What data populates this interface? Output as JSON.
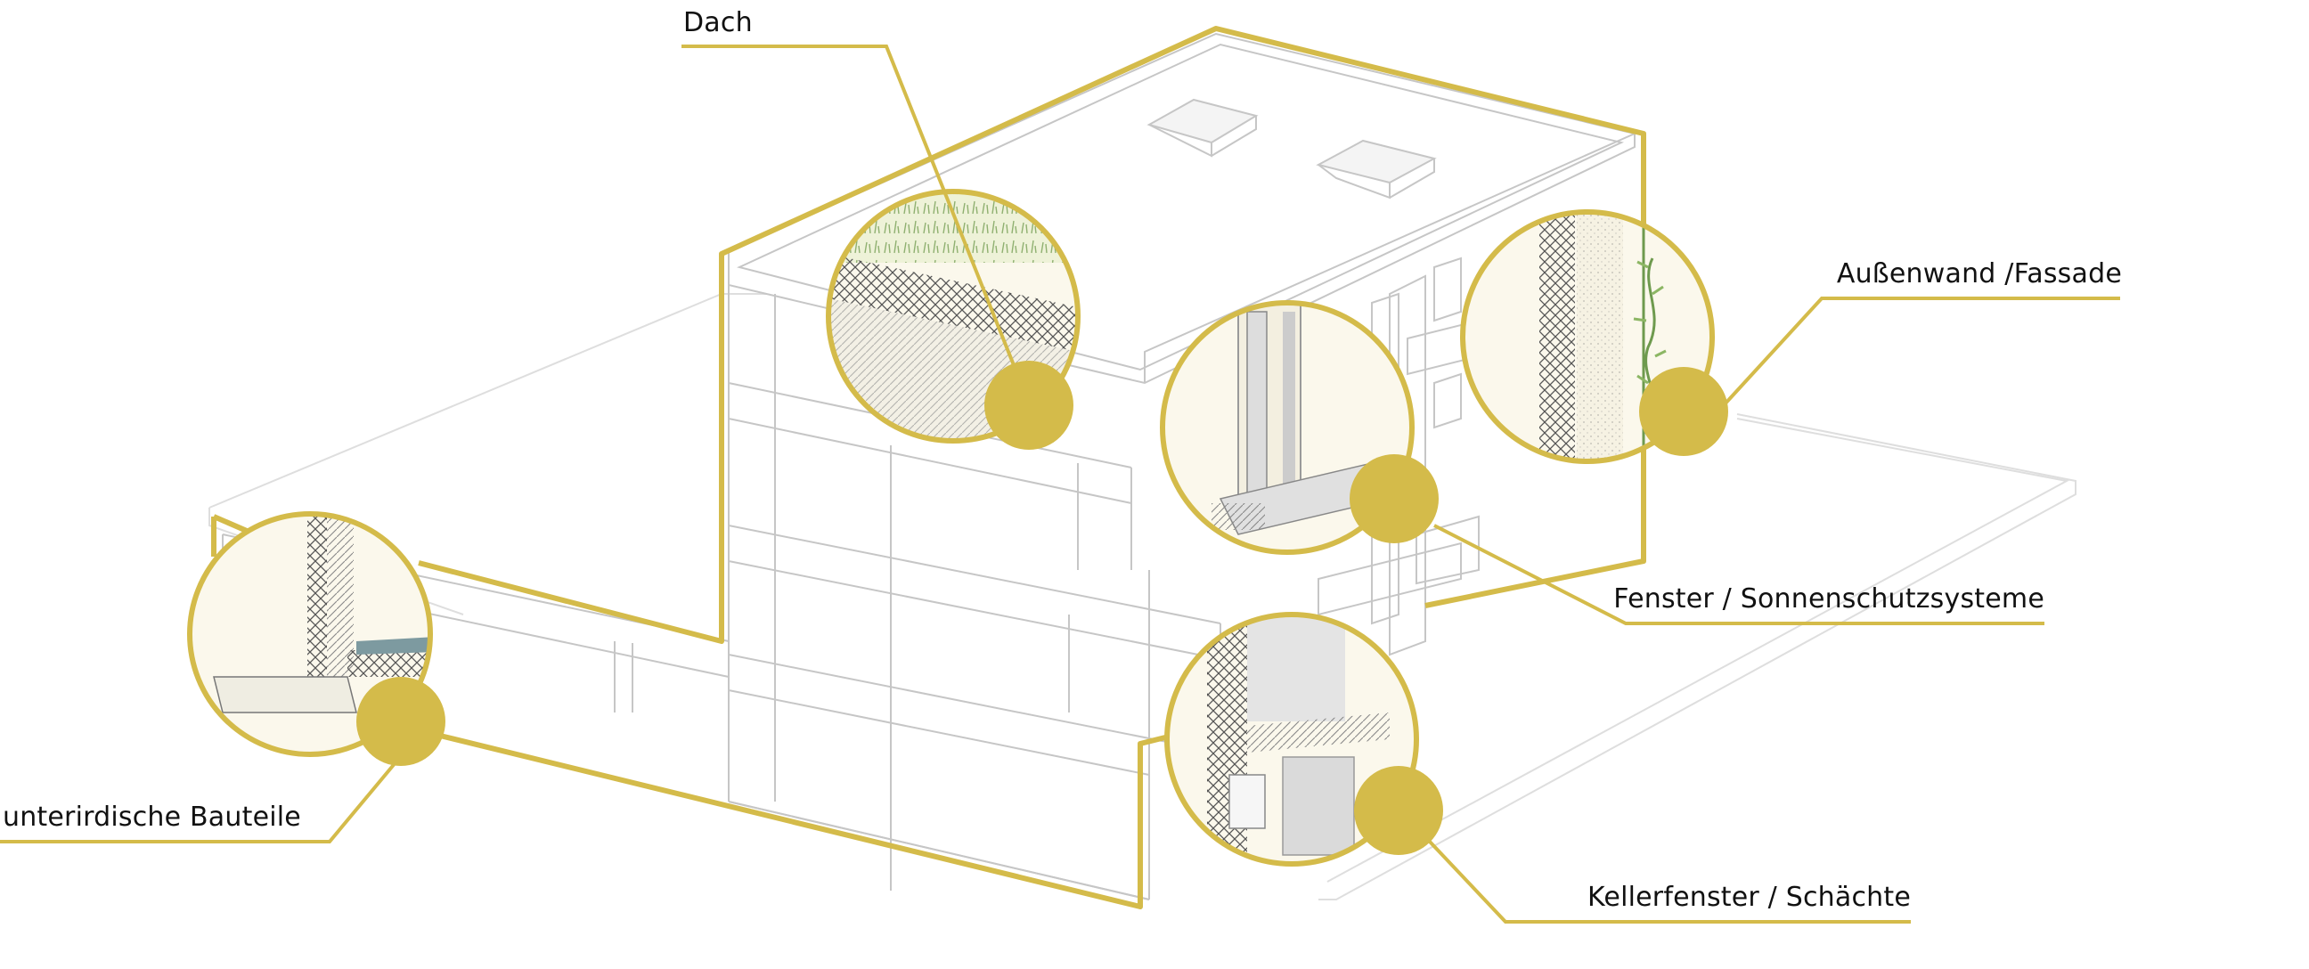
{
  "labels": {
    "dach": "Dach",
    "aussenwand": "Außenwand /Fassade",
    "fenster": "Fenster / Sonnenschutzsysteme",
    "keller": "Kellerfenster / Schächte",
    "unterirdisch": "unterirdische Bauteile"
  },
  "colors": {
    "accent": "#D4BB4A",
    "outline": "#C8C8C8",
    "detail_fill": "#FBF8EC",
    "label_text": "#111111"
  }
}
